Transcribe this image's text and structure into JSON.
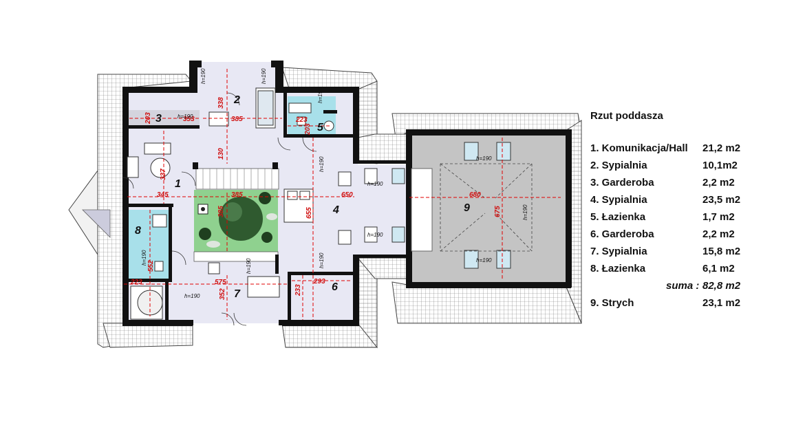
{
  "legend": {
    "title": "Rzut poddasza",
    "rows": [
      {
        "label": "1. Komunikacja/Hall",
        "area": "21,2 m2"
      },
      {
        "label": "2. Sypialnia",
        "area": "10,1m2"
      },
      {
        "label": "3. Garderoba",
        "area": "2,2 m2"
      },
      {
        "label": "4. Sypialnia",
        "area": "23,5 m2"
      },
      {
        "label": "5. Łazienka",
        "area": "1,7 m2"
      },
      {
        "label": "6. Garderoba",
        "area": "2,2 m2"
      },
      {
        "label": "7. Sypialnia",
        "area": "15,8 m2"
      },
      {
        "label": "8. Łazienka",
        "area": "6,1 m2"
      }
    ],
    "sum": {
      "label": "suma :",
      "area": "82,8 m2"
    },
    "attic": {
      "label": "9. Strych",
      "area": "23,1 m2"
    }
  },
  "plan": {
    "rooms": [
      "1",
      "2",
      "3",
      "4",
      "5",
      "6",
      "7",
      "8",
      "9"
    ],
    "dimensions": {
      "d338": "338",
      "d385a": "385",
      "d130": "130",
      "d353": "353",
      "d203a": "203",
      "d223a": "223",
      "d203b": "203",
      "d337": "337",
      "d345": "345",
      "d385b": "385",
      "d385c": "385",
      "d650": "650",
      "d655": "655",
      "d552": "552",
      "d223b": "223",
      "d575": "575",
      "d352": "352",
      "d233": "233",
      "d293": "293",
      "d680": "680",
      "d675": "675"
    },
    "heights": {
      "h": "h=190"
    },
    "colors": {
      "walls": "#111111",
      "roof": "#ffffff",
      "floor": "#e8e8f4",
      "bath": "#a8e0ea",
      "attic": "#c4c4c4",
      "dims": "#e00000"
    }
  }
}
